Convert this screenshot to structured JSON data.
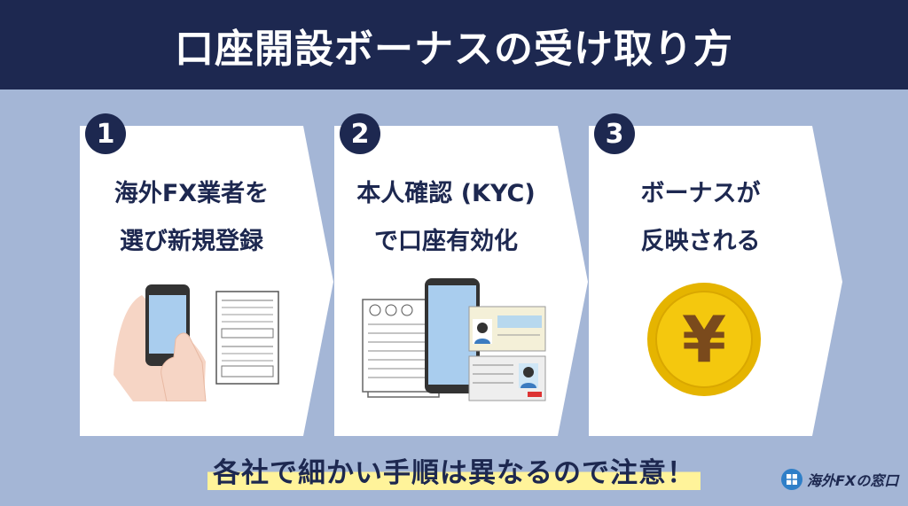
{
  "header": {
    "title": "口座開設ボーナスの受け取り方"
  },
  "steps": [
    {
      "number": "1",
      "line1": "海外FX業者を",
      "line2": "選び新規登録",
      "illustration": "smartphone-signup"
    },
    {
      "number": "2",
      "line1": "本人確認 (KYC)",
      "line2": "で口座有効化",
      "illustration": "id-documents"
    },
    {
      "number": "3",
      "line1": "ボーナスが",
      "line2": "反映される",
      "illustration": "yen-coin"
    }
  ],
  "coin": {
    "symbol": "¥"
  },
  "footer": {
    "note": "各社で細かい手順は異なるので注意！"
  },
  "logo": {
    "text": "海外FXの窓口"
  },
  "colors": {
    "navy": "#1d2850",
    "background": "#a4b6d6",
    "card": "#ffffff",
    "highlight": "#fff39a",
    "coin": "#e5b400"
  }
}
